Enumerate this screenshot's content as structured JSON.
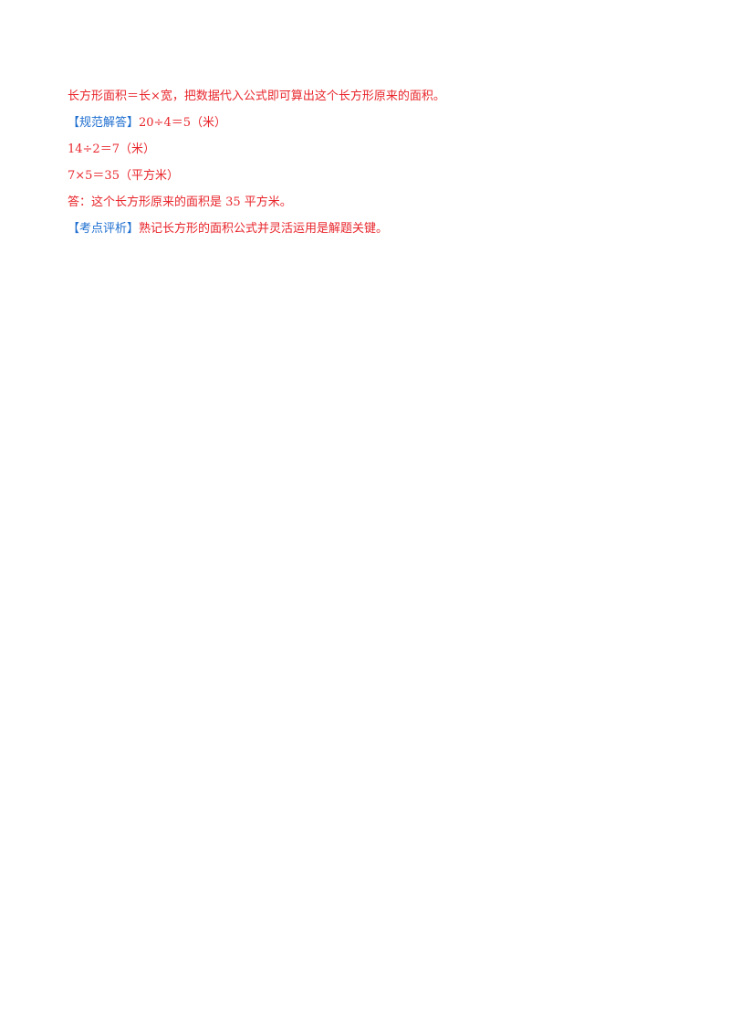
{
  "document": {
    "colors": {
      "answer_text": "#e8262c",
      "section_tag": "#1f6fd0"
    },
    "lines": [
      {
        "text": "长方形面积＝长×宽，把数据代入公式即可算出这个长方形原来的面积。"
      },
      {
        "tag": "【规范解答】",
        "text": "20÷4＝5（米）"
      },
      {
        "text": "14÷2＝7（米）"
      },
      {
        "text": "7×5＝35（平方米）"
      },
      {
        "text": "答：这个长方形原来的面积是 35 平方米。"
      },
      {
        "tag": "【考点评析】",
        "text": "熟记长方形的面积公式并灵活运用是解题关键。"
      }
    ]
  }
}
